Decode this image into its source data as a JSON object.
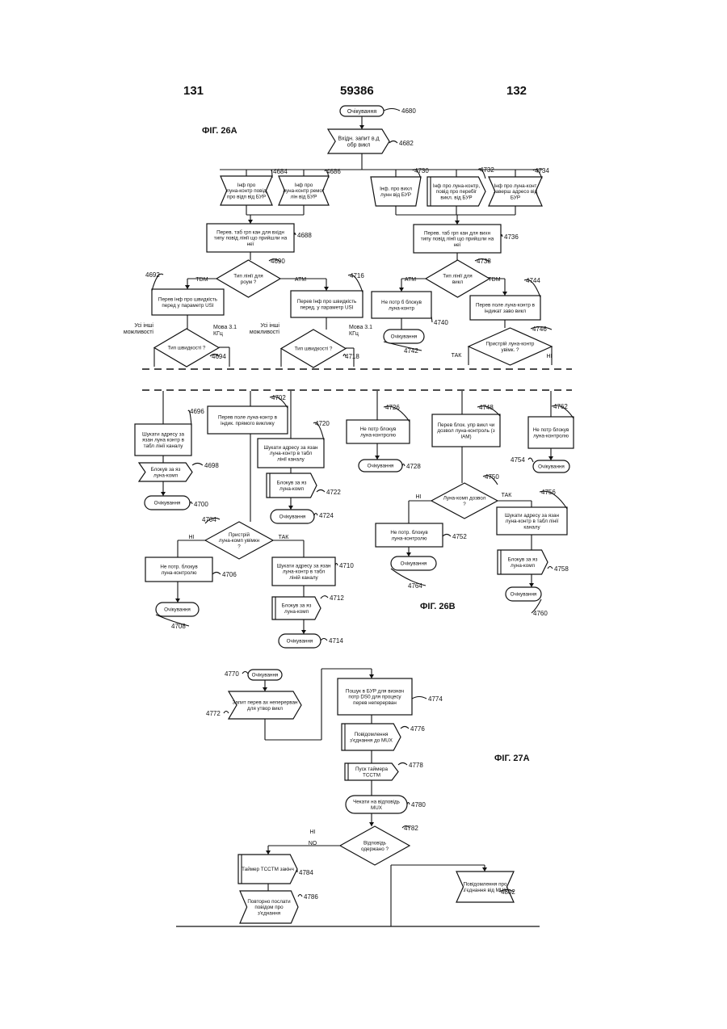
{
  "header": {
    "left_page": "131",
    "center_number": "59386",
    "right_page": "132"
  },
  "figures": {
    "fig26a": "ФІГ. 26А",
    "fig26b": "ФІГ. 26В",
    "fig27a": "ФІГ. 27А"
  },
  "nodes": {
    "n4680": {
      "text": "Очікування",
      "ref": "4680"
    },
    "n4682": {
      "text": "Вхідн. запит в.д обр викл",
      "ref": "4682"
    },
    "n4684": {
      "text": "Інф про луна-контр повід про відп від БУР",
      "ref": "4684"
    },
    "n4686": {
      "text": "Інф про луна-контр ремот лін від БУР",
      "ref": "4686"
    },
    "n4730": {
      "text": "Інф. про вихл лунн від БУР",
      "ref": "4730"
    },
    "n4732": {
      "text": "Інф про луна-контр, повід про перебіг викл. від БУР",
      "ref": "4732"
    },
    "n4734": {
      "text": "Інф про луна-конт заверш адресо від БУР",
      "ref": "4734"
    },
    "n4688": {
      "text": "Перев. таб грп кан для вхідн типу повід лінії що прийшли на неї",
      "ref": "4688"
    },
    "n4736": {
      "text": "Перев. таб грп кан для вихн типу повід лінії що прийшли на неї",
      "ref": "4736"
    },
    "n4690": {
      "text": "Тип лінії для роум ?",
      "ref": "4690"
    },
    "n4738": {
      "text": "Тип лінії для викл",
      "ref": "4738"
    },
    "n4692": {
      "text": "Перев інф про швидкість перед у параметр USI",
      "ref": "4692"
    },
    "n4716": {
      "text": "Перев Інф про швидкість перед. у параметр USI",
      "ref": "4716"
    },
    "n4740": {
      "text": "Не потр б блокув луна-контр",
      "ref": "4740"
    },
    "n4744": {
      "text": "Перев поле луна-контр в індикат заво викл",
      "ref": "4744"
    },
    "n4694": {
      "text": "Тип швидкості ?",
      "ref": "4694"
    },
    "n4718": {
      "text": "Тип швидкості ?",
      "ref": "4718"
    },
    "n4742": {
      "text": "Очікування",
      "ref": "4742"
    },
    "n4746": {
      "text": "Пристрій луна-контр увімк. ?",
      "ref": "4746"
    },
    "n4696": {
      "text": "Шукати адресу за язан луна контр в табл лінії каналу",
      "ref": "4696"
    },
    "n4702": {
      "text": "Перев поле луна-контр в індик. прямого виклику",
      "ref": "4702"
    },
    "n4720": {
      "text": "Шукати адресу за язан луна-контр в табл лінії каналу",
      "ref": "4720"
    },
    "n4698": {
      "text": "Блокув за яз луна-комп",
      "ref": "4698"
    },
    "n4722": {
      "text": "Блокув за яз луна-комп",
      "ref": "4722"
    },
    "n4700": {
      "text": "Очікування",
      "ref": "4700"
    },
    "n4724": {
      "text": "Очікування",
      "ref": "4724"
    },
    "n4704": {
      "text": "Пристрій луна-комп увімкн ?",
      "ref": "4704"
    },
    "n4706": {
      "text": "Не потр. блокув луна-контролю",
      "ref": "4706"
    },
    "n4710": {
      "text": "Шукати адресу за язан луна-контр в табл ліній каналу",
      "ref": "4710"
    },
    "n4708": {
      "text": "Очікування",
      "ref": "4708"
    },
    "n4712": {
      "text": "Блокув за яз луна-комп",
      "ref": "4712"
    },
    "n4714": {
      "text": "Очікування",
      "ref": "4714"
    },
    "n4726": {
      "text": "Не потр блокув луна-контролю",
      "ref": "4726"
    },
    "n4728": {
      "text": "Очікування",
      "ref": "4728"
    },
    "n4748": {
      "text": "Перев блок. упр викл чи дозвол луна-контроль (з IAM)",
      "ref": "4748"
    },
    "n4762": {
      "text": "Не потр блокув луна-контролю",
      "ref": "4762"
    },
    "n4754": {
      "text": "Очікування",
      "ref": "4754"
    },
    "n4750": {
      "text": "Луна-комп дозвол ?",
      "ref": "4750"
    },
    "n4752": {
      "text": "Не потр. блокув луна-контролю",
      "ref": "4752"
    },
    "n4756": {
      "text": "Шукати адресу за язан луна-контр в табл лінії каналу",
      "ref": "4756"
    },
    "n4764": {
      "text": "Очікування",
      "ref": "4764"
    },
    "n4758": {
      "text": "Блокув за яз луна-комп",
      "ref": "4758"
    },
    "n4760": {
      "text": "Очікування",
      "ref": "4760"
    },
    "n4770": {
      "text": "Очікування",
      "ref": "4770"
    },
    "n4772": {
      "text": "Запит перев ах неперерван для утвор викл",
      "ref": "4772"
    },
    "n4774": {
      "text": "Пошук в БУР для визнач потр DS0 для процесу перев неперерван",
      "ref": "4774"
    },
    "n4776": {
      "text": "Повідомлення з'єднання до MUX",
      "ref": "4776"
    },
    "n4778": {
      "text": "Пуск таймера TCCTM",
      "ref": "4778"
    },
    "n4780": {
      "text": "Чекати на відповідь MUX",
      "ref": "4780"
    },
    "n4782": {
      "text": "Відповідь одержано ?",
      "ref": "4782"
    },
    "n4784": {
      "text": "Таймер TCCTM закінч",
      "ref": "4784"
    },
    "n4786": {
      "text": "Повторно послати повідом про з'єднання",
      "ref": "4786"
    },
    "n4802": {
      "text": "Повідомлення про з'єднання від MUX",
      "ref": "4802"
    }
  },
  "edge_labels": {
    "tdm_a": "TDM",
    "atm_a": "ATM",
    "atm_b": "ATM",
    "tdm_b": "TDM",
    "usi_a": "Усі інші можливості",
    "mova_a": "Мова 3.1 КГц",
    "usi_b": "Усі інші можливості",
    "mova_b": "Мова 3.1 КГц",
    "tak_a": "ТАК",
    "ni_a": "НІ",
    "ni_b": "НІ",
    "tak_b": "ТАК",
    "ni_c": "НІ",
    "tak_c": "ТАК",
    "ni_d": "НІ",
    "no_d": "NO"
  }
}
